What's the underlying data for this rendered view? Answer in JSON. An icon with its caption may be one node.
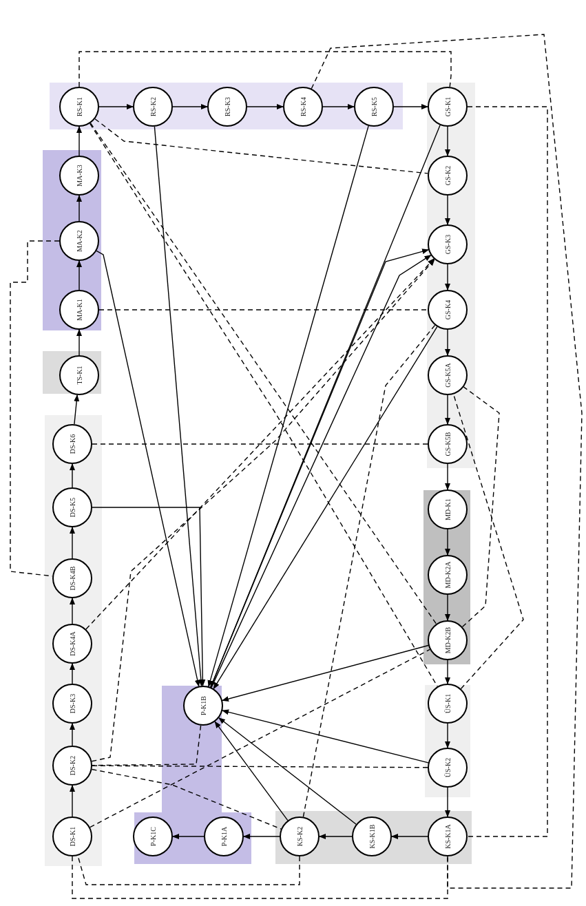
{
  "diagram": {
    "nodes": [
      {
        "text": [
          "RS-K1"
        ]
      },
      {
        "text": [
          "RS-K2"
        ]
      },
      {
        "text": [
          "RS-K3"
        ]
      },
      {
        "text": [
          "RS-K4"
        ]
      },
      {
        "text": [
          "RS-K5"
        ]
      },
      {
        "text": [
          "GS-K1"
        ]
      },
      {
        "text": [
          "GS-K2"
        ]
      },
      {
        "text": [
          "GS-K3"
        ]
      },
      {
        "text": [
          "GS-K4"
        ]
      },
      {
        "text": [
          "GS-K5A"
        ]
      },
      {
        "text": [
          "GS-K5B"
        ]
      },
      {
        "text": [
          "MD-K1"
        ]
      },
      {
        "text": [
          "MD-K2A"
        ]
      },
      {
        "text": [
          "MD-K2B"
        ]
      },
      {
        "text": [
          "ÜS-K1"
        ]
      },
      {
        "text": [
          "ÜS-K2"
        ]
      },
      {
        "text": [
          "KS-K1A"
        ]
      },
      {
        "text": [
          "KS-K1B"
        ]
      },
      {
        "text": [
          "KS-K2"
        ]
      },
      {
        "text": [
          "P-K1A"
        ]
      },
      {
        "text": [
          "P-K1C"
        ]
      },
      {
        "text": [
          "P-K1B"
        ]
      },
      {
        "text": [
          "DS-K1"
        ]
      },
      {
        "text": [
          "DS-K2"
        ]
      },
      {
        "text": [
          "DS-K3"
        ]
      },
      {
        "text": [
          "DS-K4A"
        ]
      },
      {
        "text": [
          "DS-K4B"
        ]
      },
      {
        "text": [
          "DS-K5"
        ]
      },
      {
        "text": [
          "DS-K6"
        ]
      },
      {
        "text": [
          "TS-K1"
        ]
      },
      {
        "text": [
          "MA-K1"
        ]
      },
      {
        "text": [
          "MA-K2"
        ]
      },
      {
        "text": [
          "MA-K3"
        ]
      }
    ],
    "edges": [
      {
        "from": 0,
        "to": 1,
        "arrow": "to"
      },
      {
        "from": 1,
        "to": 2,
        "arrow": "to"
      },
      {
        "from": 2,
        "to": 3,
        "arrow": "to"
      },
      {
        "from": 3,
        "to": 4,
        "arrow": "to"
      },
      {
        "from": 4,
        "to": 5,
        "arrow": "to"
      },
      {
        "from": 5,
        "to": 6,
        "arrow": "to"
      },
      {
        "from": 6,
        "to": 7,
        "arrow": "to"
      },
      {
        "from": 7,
        "to": 8,
        "arrow": "to"
      },
      {
        "from": 8,
        "to": 9,
        "arrow": "to"
      },
      {
        "from": 9,
        "to": 10,
        "arrow": "to"
      },
      {
        "from": 10,
        "to": 11,
        "arrow": "to"
      },
      {
        "from": 11,
        "to": 12,
        "arrow": "to"
      },
      {
        "from": 12,
        "to": 13,
        "arrow": "to"
      },
      {
        "from": 13,
        "to": 14,
        "arrow": "to"
      },
      {
        "from": 14,
        "to": 15,
        "arrow": "to"
      },
      {
        "from": 15,
        "to": 16,
        "arrow": "to"
      },
      {
        "from": 16,
        "to": 17,
        "arrow": "to"
      },
      {
        "from": 17,
        "to": 18,
        "arrow": "to"
      },
      {
        "from": 18,
        "to": 19,
        "arrow": "to"
      },
      {
        "from": 19,
        "to": 20,
        "arrow": "to"
      },
      {
        "from": 22,
        "to": 23,
        "arrow": "to"
      },
      {
        "from": 23,
        "to": 24,
        "arrow": "to"
      },
      {
        "from": 24,
        "to": 25,
        "arrow": "to"
      },
      {
        "from": 25,
        "to": 26,
        "arrow": "to"
      },
      {
        "from": 26,
        "to": 27,
        "arrow": "to"
      },
      {
        "from": 27,
        "to": 28,
        "arrow": "to"
      },
      {
        "from": 28,
        "to": 29,
        "arrow": "to"
      },
      {
        "from": 29,
        "to": 30,
        "arrow": "to"
      },
      {
        "from": 30,
        "to": 31,
        "arrow": "to"
      },
      {
        "from": 31,
        "to": 32,
        "arrow": "to"
      },
      {
        "from": 32,
        "to": 0,
        "arrow": "to"
      },
      {
        "from": 1,
        "to": 21,
        "arrow": "to"
      },
      {
        "from": 31,
        "to": 21,
        "arrow": "to"
      },
      {
        "from": 4,
        "to": 21,
        "arrow": "to"
      },
      {
        "from": 5,
        "to": 21,
        "arrow": "to"
      },
      {
        "from": 21,
        "to": 7,
        "arrow": "to"
      },
      {
        "from": 21,
        "to": 7,
        "arrow": "to"
      },
      {
        "from": 8,
        "to": 21,
        "arrow": "to"
      },
      {
        "from": 27,
        "to": 21,
        "arrow": "to"
      },
      {
        "from": 13,
        "to": 21,
        "arrow": "to"
      },
      {
        "from": 15,
        "to": 21,
        "arrow": "to"
      },
      {
        "from": 17,
        "to": 21,
        "arrow": "to"
      },
      {
        "from": 18,
        "to": 21,
        "arrow": "to"
      },
      {
        "from": 0,
        "to": 13,
        "arrow": "none",
        "style": "dashed"
      },
      {
        "from": 0,
        "to": 6,
        "arrow": "none",
        "style": "dashed"
      },
      {
        "from": 0,
        "to": 14,
        "arrow": "none",
        "style": "dashed"
      },
      {
        "from": 30,
        "to": 8,
        "arrow": "none",
        "style": "dashed"
      },
      {
        "from": 28,
        "to": 10,
        "arrow": "none",
        "style": "dashed"
      },
      {
        "from": 25,
        "to": 7,
        "arrow": "to",
        "style": "dashed"
      },
      {
        "from": 23,
        "to": 7,
        "arrow": "to",
        "style": "dashed"
      },
      {
        "from": 23,
        "to": 18,
        "arrow": "none",
        "style": "dashed"
      },
      {
        "from": 22,
        "to": 13,
        "arrow": "none",
        "style": "dashed"
      },
      {
        "from": 3,
        "to": 16,
        "arrow": "none",
        "style": "dashed"
      },
      {
        "from": 5,
        "to": 16,
        "arrow": "none",
        "style": "dashed"
      },
      {
        "from": 14,
        "to": 9,
        "arrow": "none",
        "style": "dashed"
      },
      {
        "from": 18,
        "to": 8,
        "arrow": "none",
        "style": "dashed"
      },
      {
        "from": 13,
        "to": 9,
        "arrow": "none",
        "style": "dashed"
      },
      {
        "from": 31,
        "to": 26,
        "arrow": "none",
        "style": "dashed"
      },
      {
        "from": 23,
        "to": 15,
        "arrow": "none",
        "style": "dashed"
      },
      {
        "from": 16,
        "to": 22,
        "arrow": "none",
        "style": "dashed"
      },
      {
        "from": 18,
        "to": 22,
        "arrow": "none",
        "style": "dashed"
      },
      {
        "from": 0,
        "to": 5,
        "arrow": "none",
        "style": "dashed"
      },
      {
        "from": 21,
        "to": 23,
        "arrow": "none",
        "style": "dashed"
      }
    ]
  }
}
